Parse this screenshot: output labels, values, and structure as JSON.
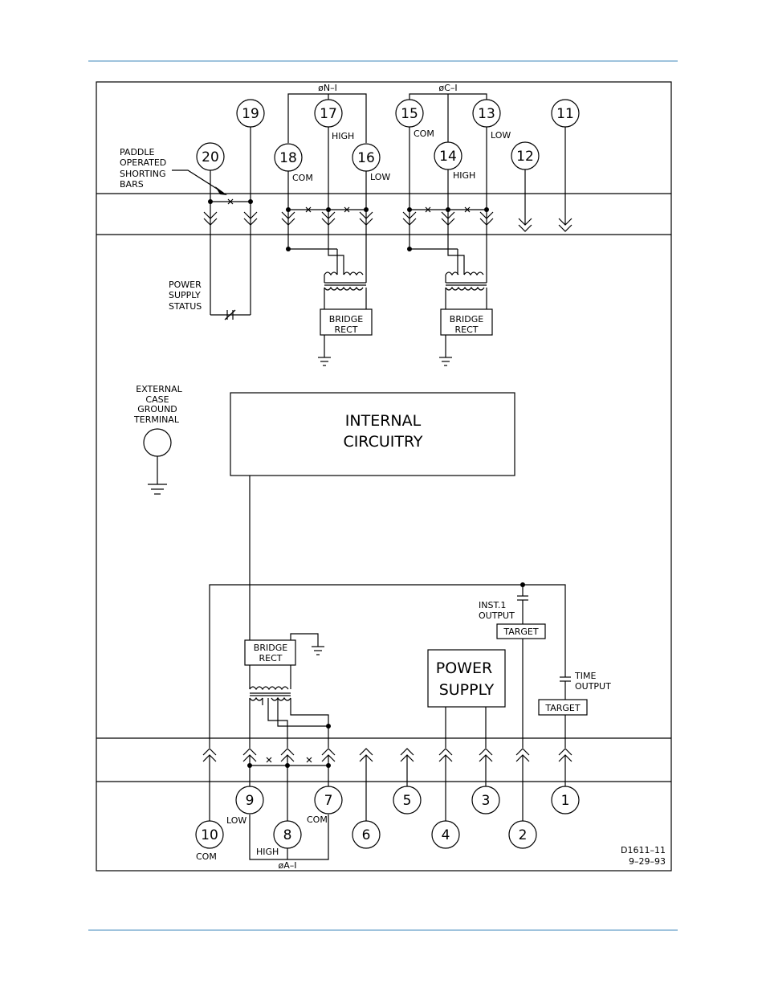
{
  "diagram_id": "D1611–11",
  "diagram_date": "9–29–93",
  "group_labels": {
    "phase_n": "øN–I",
    "phase_c": "øC–I",
    "phase_a": "øA–I"
  },
  "notes": {
    "paddle": [
      "PADDLE",
      "OPERATED",
      "SHORTING",
      "BARS"
    ],
    "power_supply_status": [
      "POWER",
      "SUPPLY",
      "STATUS"
    ],
    "ext_ground": [
      "EXTERNAL",
      "CASE",
      "GROUND",
      "TERMINAL"
    ],
    "inst_output": [
      "INST.1",
      "OUTPUT"
    ],
    "time_output": [
      "TIME",
      "OUTPUT"
    ]
  },
  "blocks": {
    "internal": [
      "INTERNAL",
      "CIRCUITRY"
    ],
    "power_supply": [
      "POWER",
      "SUPPLY"
    ],
    "bridge_rect": [
      "BRIDGE",
      "RECT"
    ],
    "target": "TARGET"
  },
  "terminals": [
    {
      "num": "20"
    },
    {
      "num": "19"
    },
    {
      "num": "18",
      "sub": "COM"
    },
    {
      "num": "17",
      "sub": "HIGH"
    },
    {
      "num": "16",
      "sub": "LOW"
    },
    {
      "num": "15",
      "sub": "COM"
    },
    {
      "num": "14",
      "sub": "HIGH"
    },
    {
      "num": "13",
      "sub": "LOW"
    },
    {
      "num": "12"
    },
    {
      "num": "11"
    },
    {
      "num": "10",
      "sub": "COM"
    },
    {
      "num": "9",
      "sub": "LOW"
    },
    {
      "num": "8",
      "sub": "HIGH"
    },
    {
      "num": "7",
      "sub": "COM"
    },
    {
      "num": "6"
    },
    {
      "num": "5"
    },
    {
      "num": "4"
    },
    {
      "num": "3"
    },
    {
      "num": "2"
    },
    {
      "num": "1"
    }
  ]
}
